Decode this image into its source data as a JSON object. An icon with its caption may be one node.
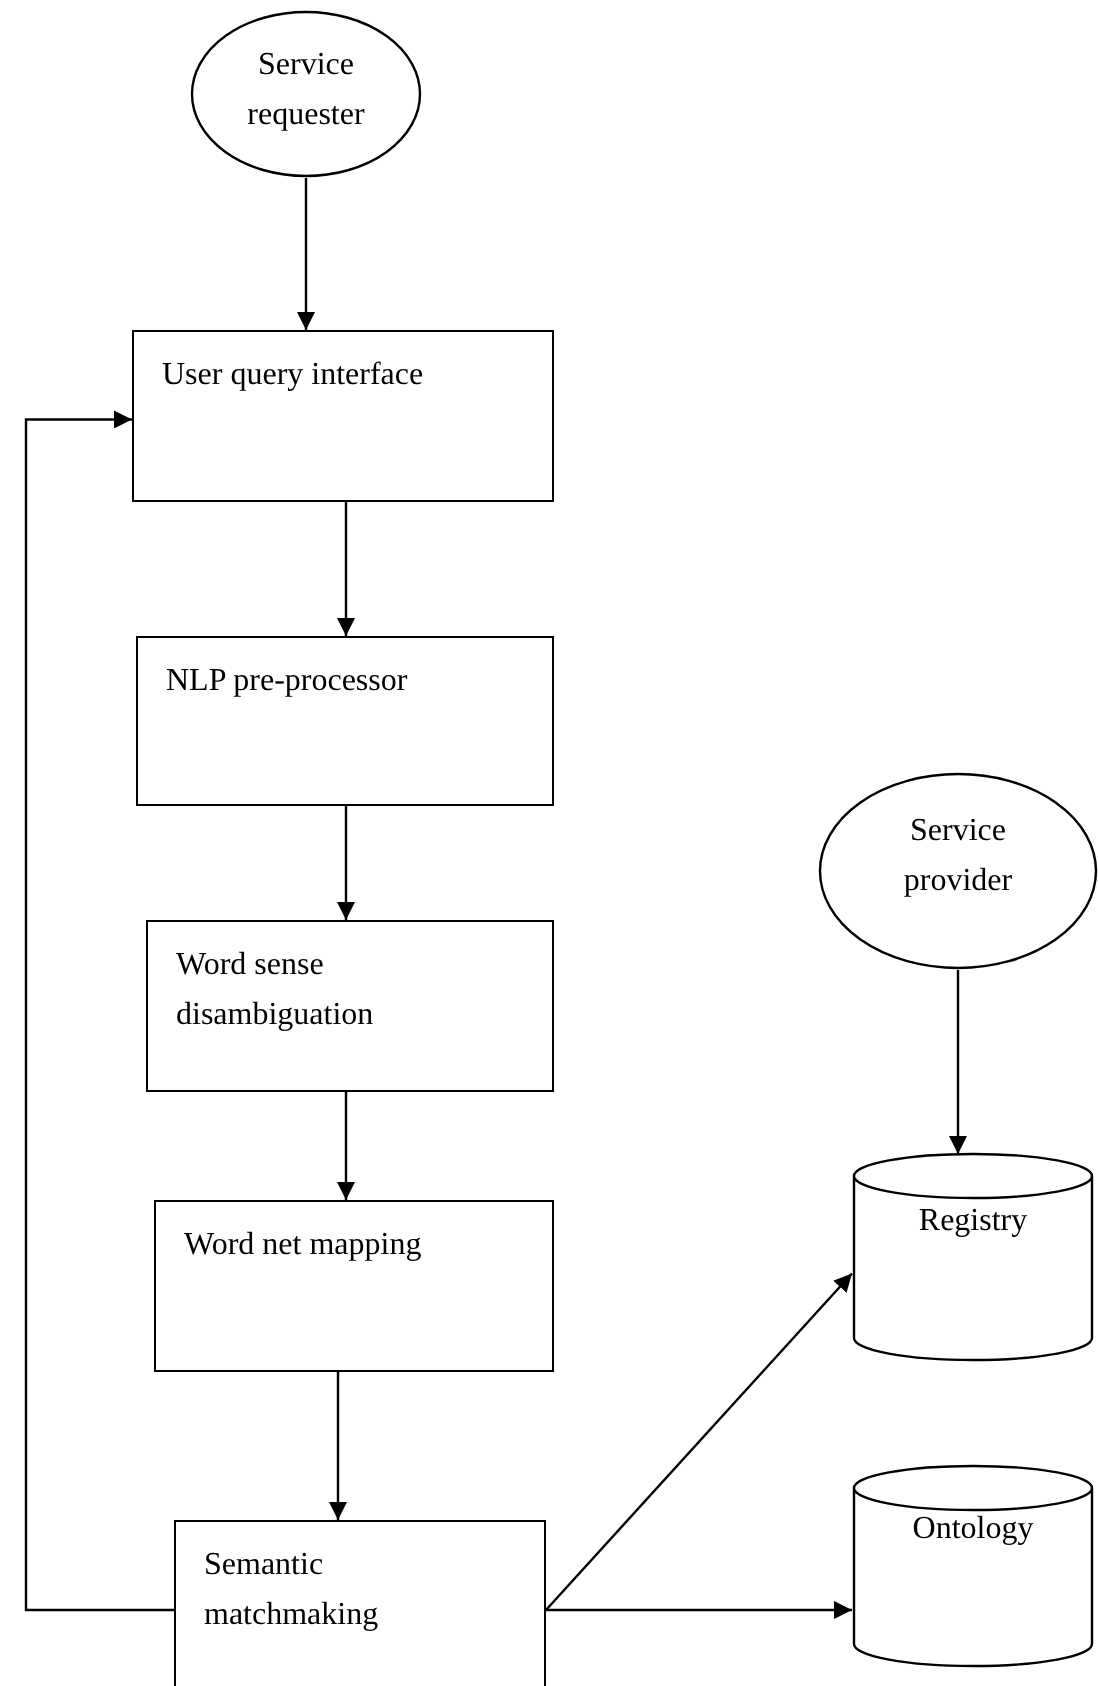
{
  "diagram": {
    "nodes": [
      {
        "text": [
          "Service requester"
        ]
      },
      {
        "text": [
          "User query interface"
        ]
      },
      {
        "text": [
          "NLP pre-processor"
        ]
      },
      {
        "text": [
          "Word sense disambiguation"
        ]
      },
      {
        "text": [
          "Word net mapping"
        ]
      },
      {
        "text": [
          "Semantic matchmaking"
        ]
      },
      {
        "text": [
          "Service provider"
        ]
      },
      {
        "text": [
          "Registry"
        ]
      },
      {
        "text": [
          "Ontology"
        ]
      }
    ],
    "edges": [
      {
        "from": 0,
        "to": 1,
        "arrow": "to"
      },
      {
        "from": 1,
        "to": 2,
        "arrow": "to"
      },
      {
        "from": 2,
        "to": 3,
        "arrow": "to"
      },
      {
        "from": 3,
        "to": 4,
        "arrow": "to"
      },
      {
        "from": 4,
        "to": 5,
        "arrow": "to"
      },
      {
        "from": 5,
        "to": 1,
        "arrow": "to"
      },
      {
        "from": 5,
        "to": 7,
        "arrow": "to"
      },
      {
        "from": 5,
        "to": 8,
        "arrow": "to"
      },
      {
        "from": 6,
        "to": 7,
        "arrow": "to"
      }
    ]
  }
}
